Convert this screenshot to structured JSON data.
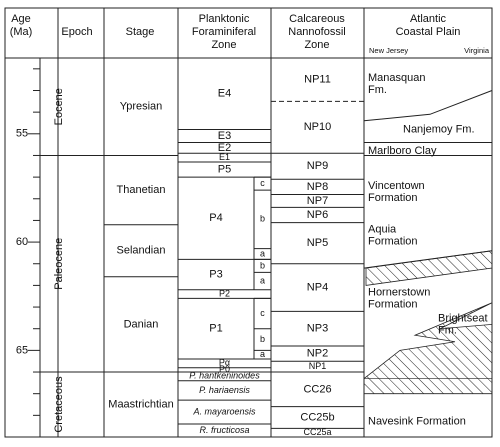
{
  "headers": {
    "age": [
      "Age",
      "(Ma)"
    ],
    "epoch": "Epoch",
    "stage": "Stage",
    "foram": [
      "Planktonic",
      "Foraminiferal",
      "Zone"
    ],
    "nanno": [
      "Calcareous",
      "Nannofossil",
      "Zone"
    ],
    "atlantic": [
      "Atlantic",
      "Coastal Plain"
    ],
    "nj": "New Jersey",
    "va": "Virginia"
  },
  "age_axis": {
    "min": 51.5,
    "max": 69.0,
    "labels": [
      55,
      60,
      65
    ]
  },
  "epochs": [
    {
      "name": "Eocene",
      "from": 51.5,
      "to": 56.0
    },
    {
      "name": "Paleocene",
      "from": 56.0,
      "to": 66.0
    },
    {
      "name": "Cretaceous",
      "from": 66.0,
      "to": 69.0
    }
  ],
  "stages": [
    {
      "name": "Ypresian",
      "from": 51.5,
      "to": 56.0
    },
    {
      "name": "Thanetian",
      "from": 56.0,
      "to": 59.2
    },
    {
      "name": "Selandian",
      "from": 59.2,
      "to": 61.6
    },
    {
      "name": "Danian",
      "from": 61.6,
      "to": 66.0
    },
    {
      "name": "Maastrichtian",
      "from": 66.0,
      "to": 69.0
    }
  ],
  "foram_zones": [
    {
      "name": "E4",
      "from": 51.5,
      "to": 54.8
    },
    {
      "name": "E3",
      "from": 54.8,
      "to": 55.4
    },
    {
      "name": "E2",
      "from": 55.4,
      "to": 55.9
    },
    {
      "name": "E1",
      "from": 55.9,
      "to": 56.3
    },
    {
      "name": "P5",
      "from": 56.3,
      "to": 57.0
    },
    {
      "name": "P4",
      "from": 57.0,
      "to": 60.8
    },
    {
      "name": "P3",
      "from": 60.8,
      "to": 62.2
    },
    {
      "name": "P2",
      "from": 62.2,
      "to": 62.6
    },
    {
      "name": "P1",
      "from": 62.6,
      "to": 65.4
    },
    {
      "name": "Pα",
      "from": 65.4,
      "to": 65.8
    },
    {
      "name": "P0",
      "from": 65.8,
      "to": 66.0
    },
    {
      "name": "P. hantkeninoides",
      "from": 66.0,
      "to": 66.4,
      "italic": true
    },
    {
      "name": "P. hariaensis",
      "from": 66.4,
      "to": 67.3,
      "italic": true
    },
    {
      "name": "A. mayaroensis",
      "from": 67.3,
      "to": 68.4,
      "italic": true
    },
    {
      "name": "R. fructicosa",
      "from": 68.4,
      "to": 69.0,
      "italic": true
    }
  ],
  "foram_subzones": [
    {
      "name": "c",
      "from": 57.0,
      "to": 57.6
    },
    {
      "name": "b",
      "from": 57.6,
      "to": 60.3
    },
    {
      "name": "a",
      "from": 60.3,
      "to": 60.8
    },
    {
      "name": "b",
      "from": 60.8,
      "to": 61.4
    },
    {
      "name": "a",
      "from": 61.4,
      "to": 62.2
    },
    {
      "name": "c",
      "from": 62.6,
      "to": 64.0
    },
    {
      "name": "b",
      "from": 64.0,
      "to": 65.0
    },
    {
      "name": "a",
      "from": 65.0,
      "to": 65.4
    }
  ],
  "nanno_zones": [
    {
      "name": "NP11",
      "from": 51.5,
      "to": 53.5
    },
    {
      "name": "NP10",
      "from": 53.5,
      "to": 55.9
    },
    {
      "name": "NP9",
      "from": 55.9,
      "to": 57.1
    },
    {
      "name": "NP8",
      "from": 57.1,
      "to": 57.8
    },
    {
      "name": "NP7",
      "from": 57.8,
      "to": 58.4
    },
    {
      "name": "NP6",
      "from": 58.4,
      "to": 59.1
    },
    {
      "name": "NP5",
      "from": 59.1,
      "to": 61.0
    },
    {
      "name": "NP4",
      "from": 61.0,
      "to": 63.2
    },
    {
      "name": "NP3",
      "from": 63.2,
      "to": 64.8
    },
    {
      "name": "NP2",
      "from": 64.8,
      "to": 65.5
    },
    {
      "name": "NP1",
      "from": 65.5,
      "to": 66.0
    },
    {
      "name": "CC26",
      "from": 66.0,
      "to": 67.6
    },
    {
      "name": "CC25b",
      "from": 67.6,
      "to": 68.6
    },
    {
      "name": "CC25a",
      "from": 68.6,
      "to": 69.0
    }
  ],
  "formations": [
    {
      "name": [
        "Manasquan",
        "Fm."
      ],
      "age": 52.7
    },
    {
      "name": [
        "Nanjemoy Fm."
      ],
      "age": 54.8
    },
    {
      "name": [
        "Marlboro Clay"
      ],
      "age": 55.8
    },
    {
      "name": [
        "Vincentown",
        "Formation"
      ],
      "age": 57.7
    },
    {
      "name": [
        "Aquia",
        "Formation"
      ],
      "age": 59.7
    },
    {
      "name": [
        "Hornerstown",
        "Formation"
      ],
      "age": 62.6
    },
    {
      "name": [
        "Brightseat",
        "Fm."
      ],
      "age": 63.8
    },
    {
      "name": [
        "Navesink Formation"
      ],
      "age": 68.3
    }
  ]
}
